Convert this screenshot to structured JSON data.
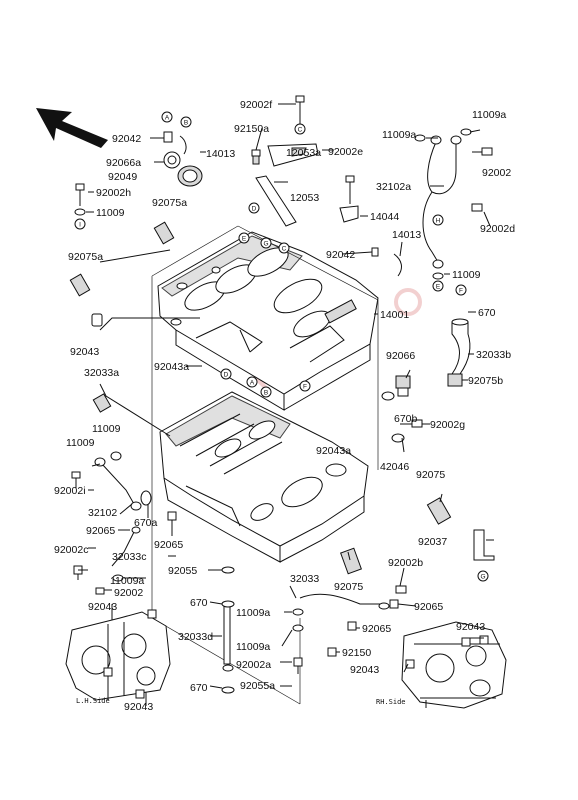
{
  "diagram": {
    "part_labels": {
      "p92002f": "92002f",
      "p92150a": "92150a",
      "p92042_a": "92042",
      "p14013_a": "14013",
      "p92066a": "92066a",
      "p92049": "92049",
      "p92002h": "92002h",
      "p11009_a": "11009",
      "p92075a_1": "92075a",
      "p12053a": "12053a",
      "p12053": "12053",
      "p92002e": "92002e",
      "p14044": "14044",
      "p11009a_a": "11009a",
      "p11009a_b": "11009a",
      "p32102a": "32102a",
      "p92002_a": "92002",
      "p92002d": "92002d",
      "p11009_b": "11009",
      "p14013_b": "14013",
      "p92042_b": "92042",
      "p92075a_2": "92075a",
      "p670_a": "670",
      "p14001": "14001",
      "p32033b": "32033b",
      "p92043_a": "92043",
      "p92066": "92066",
      "p92075b": "92075b",
      "p32033a": "32033a",
      "p92043a_a": "92043a",
      "p670b": "670b",
      "p11009_c": "11009",
      "p11009_d": "11009",
      "p92043a_b": "92043a",
      "p92002g": "92002g",
      "p42046": "42046",
      "p92075_a": "92075",
      "p92002i": "92002i",
      "p32102": "32102",
      "p670a": "670a",
      "p92065_a": "92065",
      "p92065_b": "92065",
      "p92037": "92037",
      "p92002c": "92002c",
      "p32033c": "32033c",
      "p92055": "92055",
      "p11009a_c": "11009a",
      "p92002_b": "92002",
      "p92043_b": "92043",
      "p32033": "32033",
      "p92075_b": "92075",
      "p92002b": "92002b",
      "p92065_c": "92065",
      "p670_b": "670",
      "p11009a_d": "11009a",
      "p92065_d": "92065",
      "p32033d": "32033d",
      "p11009a_e": "11009a",
      "p92150": "92150",
      "p92043_c": "92043",
      "p92043_d": "92043",
      "p92002a": "92002a",
      "p670_c": "670",
      "p92055a": "92055a",
      "p92043_e": "92043"
    },
    "side_labels": {
      "left": "L.H.Side",
      "right": "RH.Side"
    },
    "ref_markers": {
      "A": "A",
      "B": "B",
      "C": "C",
      "D": "D",
      "E": "E",
      "F": "F",
      "G": "G",
      "H": "H",
      "I": "I"
    },
    "watermark": "parts"
  },
  "colors": {
    "line": "#111111",
    "watermark": "#e8aaaa",
    "background": "#ffffff"
  }
}
